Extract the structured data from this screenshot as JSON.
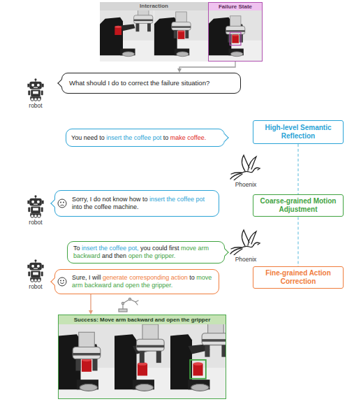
{
  "diagram": {
    "nodes": [
      {
        "text": [
          "Interaction"
        ]
      },
      {
        "text": [
          "Failure State"
        ]
      },
      {
        "text": [
          "What should I do to correct the failure situation?"
        ]
      },
      {
        "text": [
          "You need to insert the coffee pot to make coffee."
        ]
      },
      {
        "text": [
          "Sorry, I do not know how to insert the coffee pot into the coffee machine."
        ]
      },
      {
        "text": [
          "To insert the coffee pot, you could first move arm backward and then open the gripper."
        ]
      },
      {
        "text": [
          "Sure, I will generate corresponding action to move arm backward and open the gripper."
        ]
      },
      {
        "text": [
          "High-level Semantic Reflection"
        ]
      },
      {
        "text": [
          "Coarse-grained Motion Adjustment"
        ]
      },
      {
        "text": [
          "Fine-grained Action Correction"
        ]
      },
      {
        "text": [
          "Success: Move arm backward and open the gripper"
        ]
      }
    ],
    "edges": [
      {
        "from": 1,
        "to": 2,
        "arrow": "to"
      },
      {
        "from": 7,
        "to": 8,
        "arrow": "none"
      },
      {
        "from": 8,
        "to": 9,
        "arrow": "none"
      },
      {
        "from": 6,
        "to": 10,
        "arrow": "to"
      }
    ],
    "labels": [
      "robot",
      "Phoenix",
      "robot",
      "Phoenix",
      "robot"
    ]
  }
}
